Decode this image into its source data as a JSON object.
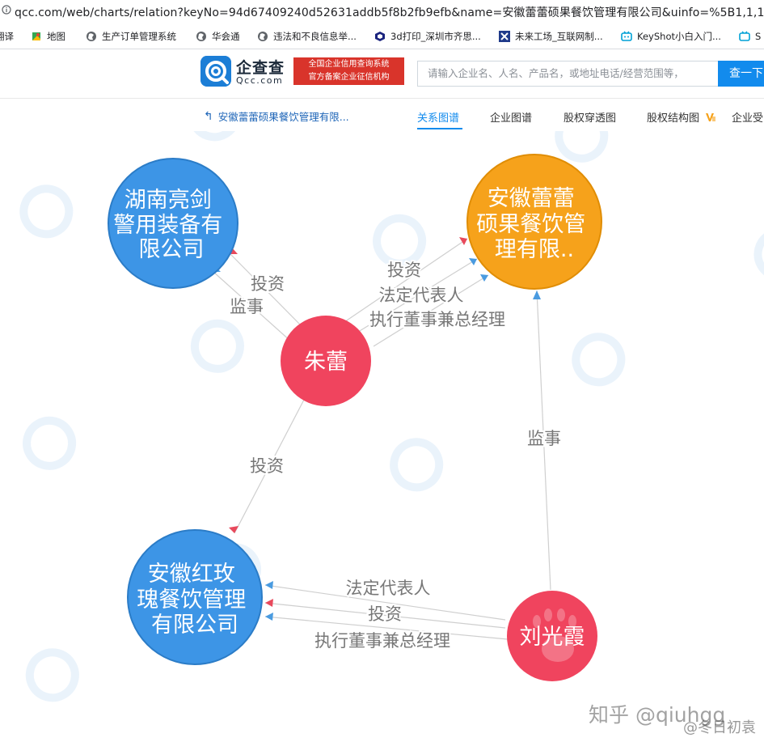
{
  "browser": {
    "url": "qcc.com/web/charts/relation?keyNo=94d67409240d52631addb5f8b2fb9efb&name=安徽蕾蕾硕果餐饮管理有限公司&uinfo=%5B1,1,1,1,"
  },
  "bookmarks": [
    {
      "label": "翻译",
      "icon": "translate-icon"
    },
    {
      "label": "地图",
      "icon": "map-icon"
    },
    {
      "label": "生产订单管理系统",
      "icon": "globe-icon"
    },
    {
      "label": "华会通",
      "icon": "globe-icon"
    },
    {
      "label": "违法和不良信息举...",
      "icon": "globe-icon"
    },
    {
      "label": "3d打印_深圳市齐思...",
      "icon": "cube-icon"
    },
    {
      "label": "未来工场_互联网制...",
      "icon": "x-icon"
    },
    {
      "label": "KeyShot小白入门...",
      "icon": "tv-icon"
    },
    {
      "label": "S",
      "icon": "tv-icon"
    }
  ],
  "header": {
    "logo_cn": "企查查",
    "logo_en": "Qcc.com",
    "badge_line1": "全国企业信用查询系统",
    "badge_line2": "官方备案企业征信机构",
    "search_placeholder": "请输入企业名、人名、产品名，或地址电话/经营范围等，",
    "search_button": "查一下"
  },
  "tabs": {
    "back_label": "安徽蕾蕾硕果餐饮管理有限...",
    "items": [
      "关系图谱",
      "企业图谱",
      "股权穿透图",
      "股权结构图",
      "企业受"
    ],
    "active": "关系图谱"
  },
  "graph": {
    "colors": {
      "company": "#3d95e6",
      "target": "#f6a21b",
      "person": "#f0445e",
      "edge": "#c8c8c8"
    },
    "nodes": {
      "hunan": {
        "lines": [
          "湖南亮剑",
          "警用装备有",
          "限公司"
        ]
      },
      "anhui_target": {
        "lines": [
          "安徽蕾蕾",
          "硕果餐饮管",
          "理有限.."
        ]
      },
      "zhulei": {
        "lines": [
          "朱蕾"
        ]
      },
      "anhui_hongmei": {
        "lines": [
          "安徽红玫",
          "瑰餐饮管理",
          "有限公司"
        ]
      },
      "liuguangxia": {
        "lines": [
          "刘光霞"
        ]
      }
    },
    "edge_labels": {
      "hunan_invest": "投资",
      "hunan_supervisor": "监事",
      "target_invest": "投资",
      "target_legal": "法定代表人",
      "target_exec": "执行董事兼总经理",
      "hongmei_invest_zhulei": "投资",
      "target_supervisor_liu": "监事",
      "hongmei_legal_liu": "法定代表人",
      "hongmei_invest_liu": "投资",
      "hongmei_exec_liu": "执行董事兼总经理"
    }
  },
  "watermarks": {
    "brand": "@冬日初袁",
    "user": "知乎 @qiuhgg"
  }
}
